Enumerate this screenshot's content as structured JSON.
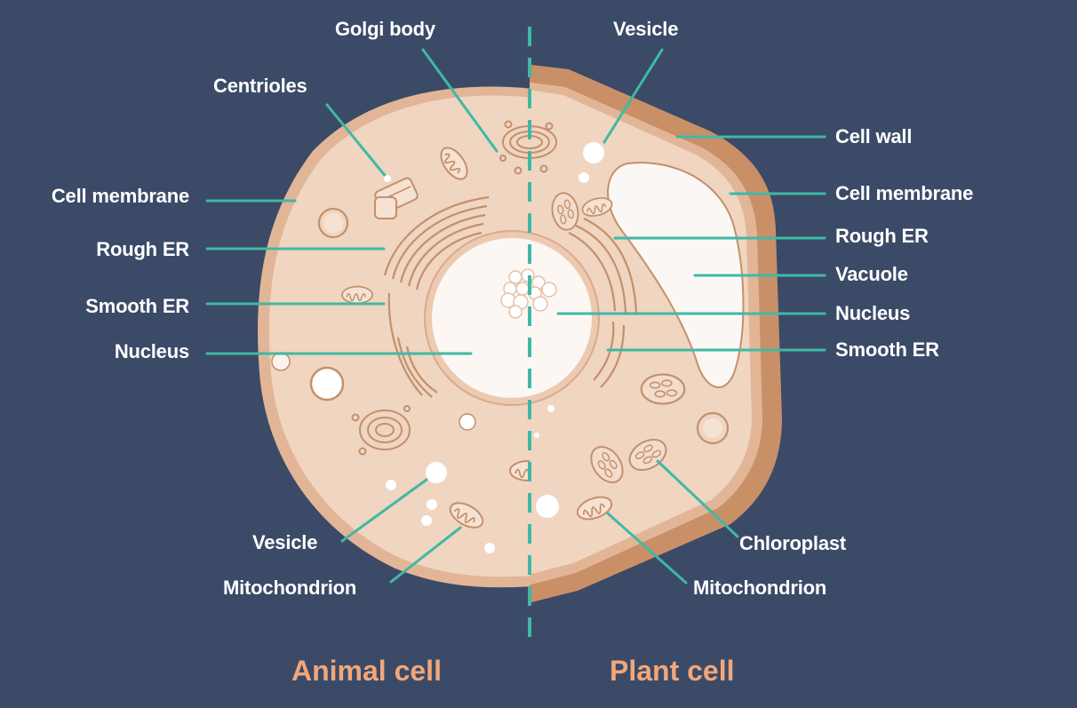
{
  "colors": {
    "background": "#3b4a67",
    "cytoplasm": "#f0d5c1",
    "membrane": "#e2b597",
    "cell_wall": "#c98f66",
    "organelle_line": "#c3906c",
    "nucleus": "#fcf7f3",
    "vacuole": "#fbf7f4",
    "leader_line": "#3fb9a5",
    "divider": "#3fb9a5",
    "label_text": "#ffffff",
    "title_text": "#f1a77a"
  },
  "diagram": {
    "animal": {
      "title": "Animal cell",
      "labels": {
        "golgi_body": "Golgi body",
        "centrioles": "Centrioles",
        "cell_membrane": "Cell membrane",
        "rough_er": "Rough ER",
        "smooth_er": "Smooth ER",
        "nucleus": "Nucleus",
        "vesicle": "Vesicle",
        "mitochondrion": "Mitochondrion"
      }
    },
    "plant": {
      "title": "Plant cell",
      "labels": {
        "vesicle": "Vesicle",
        "cell_wall": "Cell wall",
        "cell_membrane": "Cell membrane",
        "rough_er": "Rough ER",
        "vacuole": "Vacuole",
        "nucleus": "Nucleus",
        "smooth_er": "Smooth ER",
        "chloroplast": "Chloroplast",
        "mitochondrion": "Mitochondrion"
      }
    }
  }
}
